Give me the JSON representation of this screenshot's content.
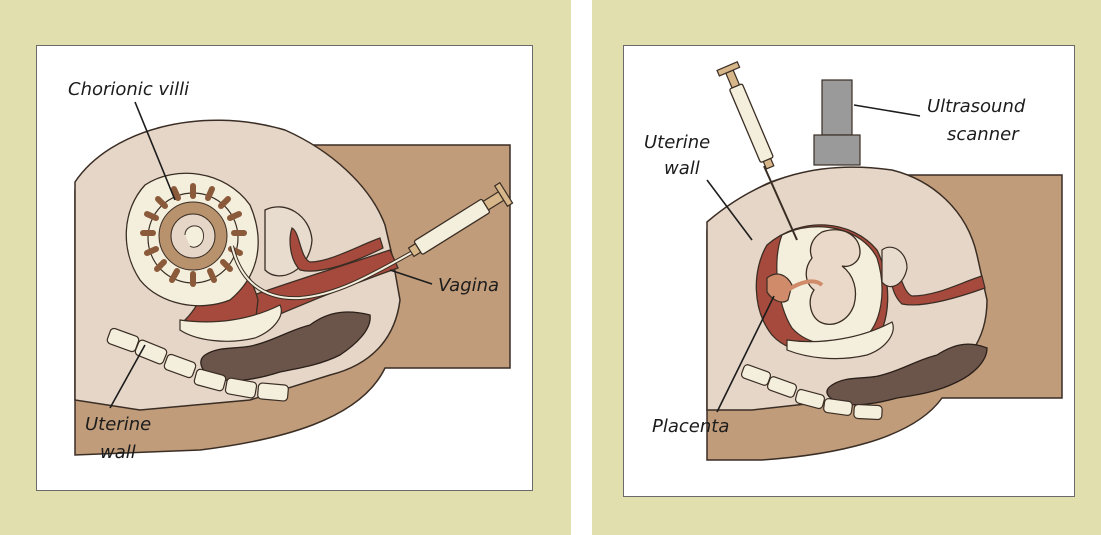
{
  "left_panel": {
    "labels": {
      "chorionic_villi": "Chorionic villi",
      "vagina": "Vagina",
      "uterine_wall_line1": "Uterine",
      "uterine_wall_line2": "wall"
    }
  },
  "right_panel": {
    "labels": {
      "uterine_wall_line1": "Uterine",
      "uterine_wall_line2": "wall",
      "ultrasound_line1": "Ultrasound",
      "ultrasound_line2": "scanner",
      "placenta": "Placenta"
    }
  },
  "colors": {
    "panel_bg": "#e2dfae",
    "body_outer": "#c09c7a",
    "body_inner": "#e5d6c8",
    "uterus_red": "#a54a3c",
    "cream": "#f4efdc",
    "bowel": "#6b5449",
    "scanner": "#999999"
  }
}
